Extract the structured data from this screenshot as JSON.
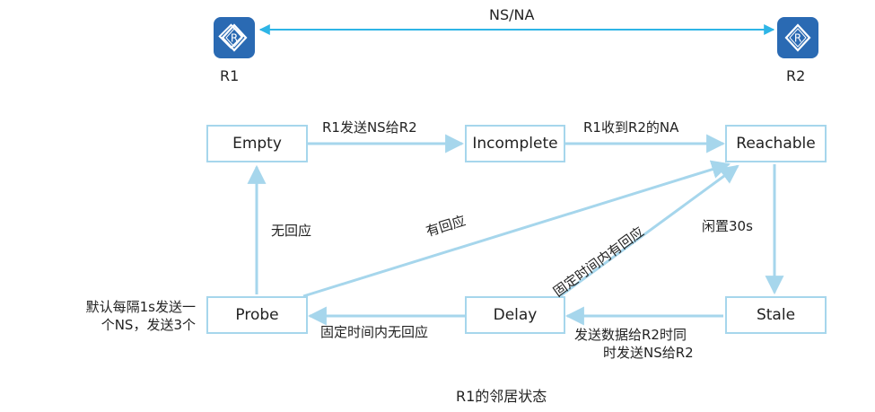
{
  "topology": {
    "link_label": "NS/NA",
    "router_left": "R1",
    "router_right": "R2",
    "router_icon": "router-icon",
    "router_color": "#2a6ab3"
  },
  "states": {
    "empty": "Empty",
    "incomplete": "Incomplete",
    "reachable": "Reachable",
    "probe": "Probe",
    "delay": "Delay",
    "stale": "Stale"
  },
  "transitions": {
    "empty_to_incomplete": "R1发送NS给R2",
    "incomplete_to_reachable": "R1收到R2的NA",
    "reachable_to_stale": "闲置30s",
    "stale_to_delay_line1": "发送数据给R2时同",
    "stale_to_delay_line2": "时发送NS给R2",
    "delay_to_probe": "固定时间内无回应",
    "delay_to_reachable": "固定时间内有回应",
    "probe_to_reachable": "有回应",
    "probe_to_empty": "无回应",
    "probe_note_line1": "默认每隔1s发送一",
    "probe_note_line2": "个NS，发送3个"
  },
  "caption": "R1的邻居状态",
  "colors": {
    "arrow": "#a6d6ec",
    "box_border": "#a6d6ec",
    "link": "#2eb5e6"
  }
}
